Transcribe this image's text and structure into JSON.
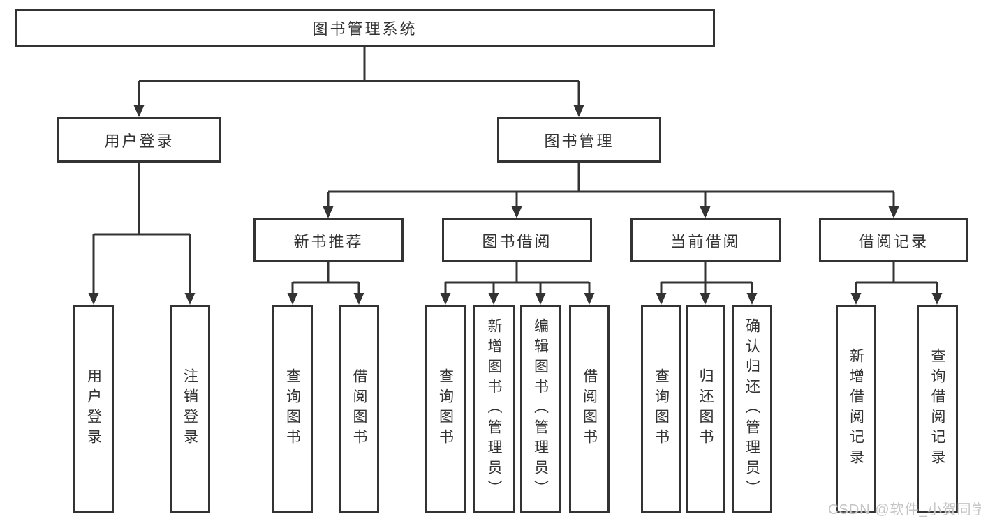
{
  "diagram": {
    "title": "图书管理系统",
    "nodes": {
      "root": "图书管理系统",
      "user_login": "用户登录",
      "book_management": "图书管理",
      "new_book_recommend": "新书推荐",
      "book_borrowing": "图书借阅",
      "current_borrowing": "当前借阅",
      "borrowing_records": "借阅记录",
      "ul_user_login": "用户登录",
      "ul_logout": "注销登录",
      "nb_query_books": "查询图书",
      "nb_borrow_books": "借阅图书",
      "bb_query_books": "查询图书",
      "bb_add_books": "新增图书（管理员）",
      "bb_edit_books": "编辑图书（管理员）",
      "bb_borrow_books": "借阅图书",
      "cb_query_books": "查询图书",
      "cb_return_books": "归还图书",
      "cb_confirm_return": "确认归还（管理员）",
      "br_add_record": "新增借阅记录",
      "br_query_record": "查询借阅记录"
    }
  },
  "watermark": {
    "text": "CSDN @软件_小贺同学"
  },
  "colors": {
    "line": "#333333",
    "box_border": "#333333",
    "box_background": "#ffffff",
    "text": "#333333",
    "watermark": "#c5c5c5",
    "page_background": "#ffffff"
  }
}
